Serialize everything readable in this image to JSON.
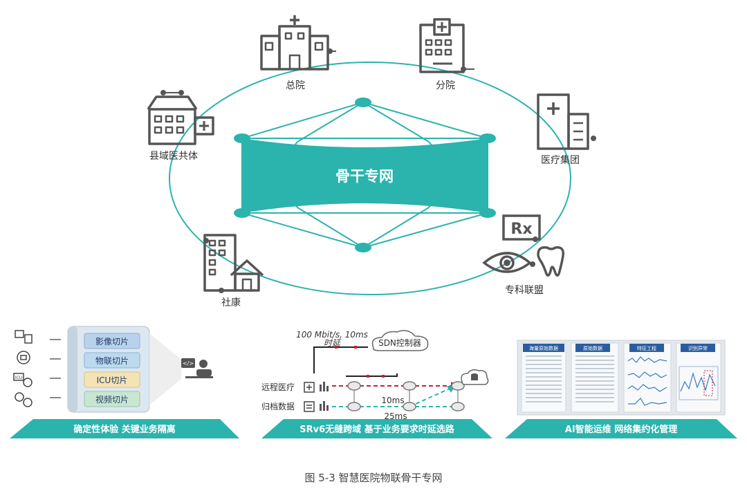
{
  "core_label": "骨干专网",
  "nodes": {
    "main_hospital": "总院",
    "branch_hospital": "分院",
    "medical_group": "医疗集团",
    "county_alliance": "县域医共体",
    "community": "社康",
    "specialty_alliance": "专科联盟"
  },
  "panel1": {
    "slices": [
      "影像切片",
      "物联切片",
      "ICU切片",
      "视频切片"
    ],
    "footer": "确定性体验  关键业务隔离",
    "icu_icon": "ICU"
  },
  "panel2": {
    "sla_line1": "100 Mbit/s, 10ms",
    "sla_line2": "时延",
    "controller": "SDN控制器",
    "row1": "远程医疗",
    "row2": "归档数据",
    "latency1": "10ms",
    "latency2": "25ms",
    "footer": "SRv6无缝跨域 基于业务要求时延选路"
  },
  "panel3": {
    "tags": [
      "海量原始数据",
      "原始数据",
      "特征工程",
      "识别异常"
    ],
    "footer": "AI智能运维  网络集约化管理"
  },
  "rx_label": "Rx",
  "caption": "图 5-3  智慧医院物联骨干专网",
  "colors": {
    "teal": "#2bb3ad",
    "dark": "#555555",
    "red": "#c8202f"
  }
}
